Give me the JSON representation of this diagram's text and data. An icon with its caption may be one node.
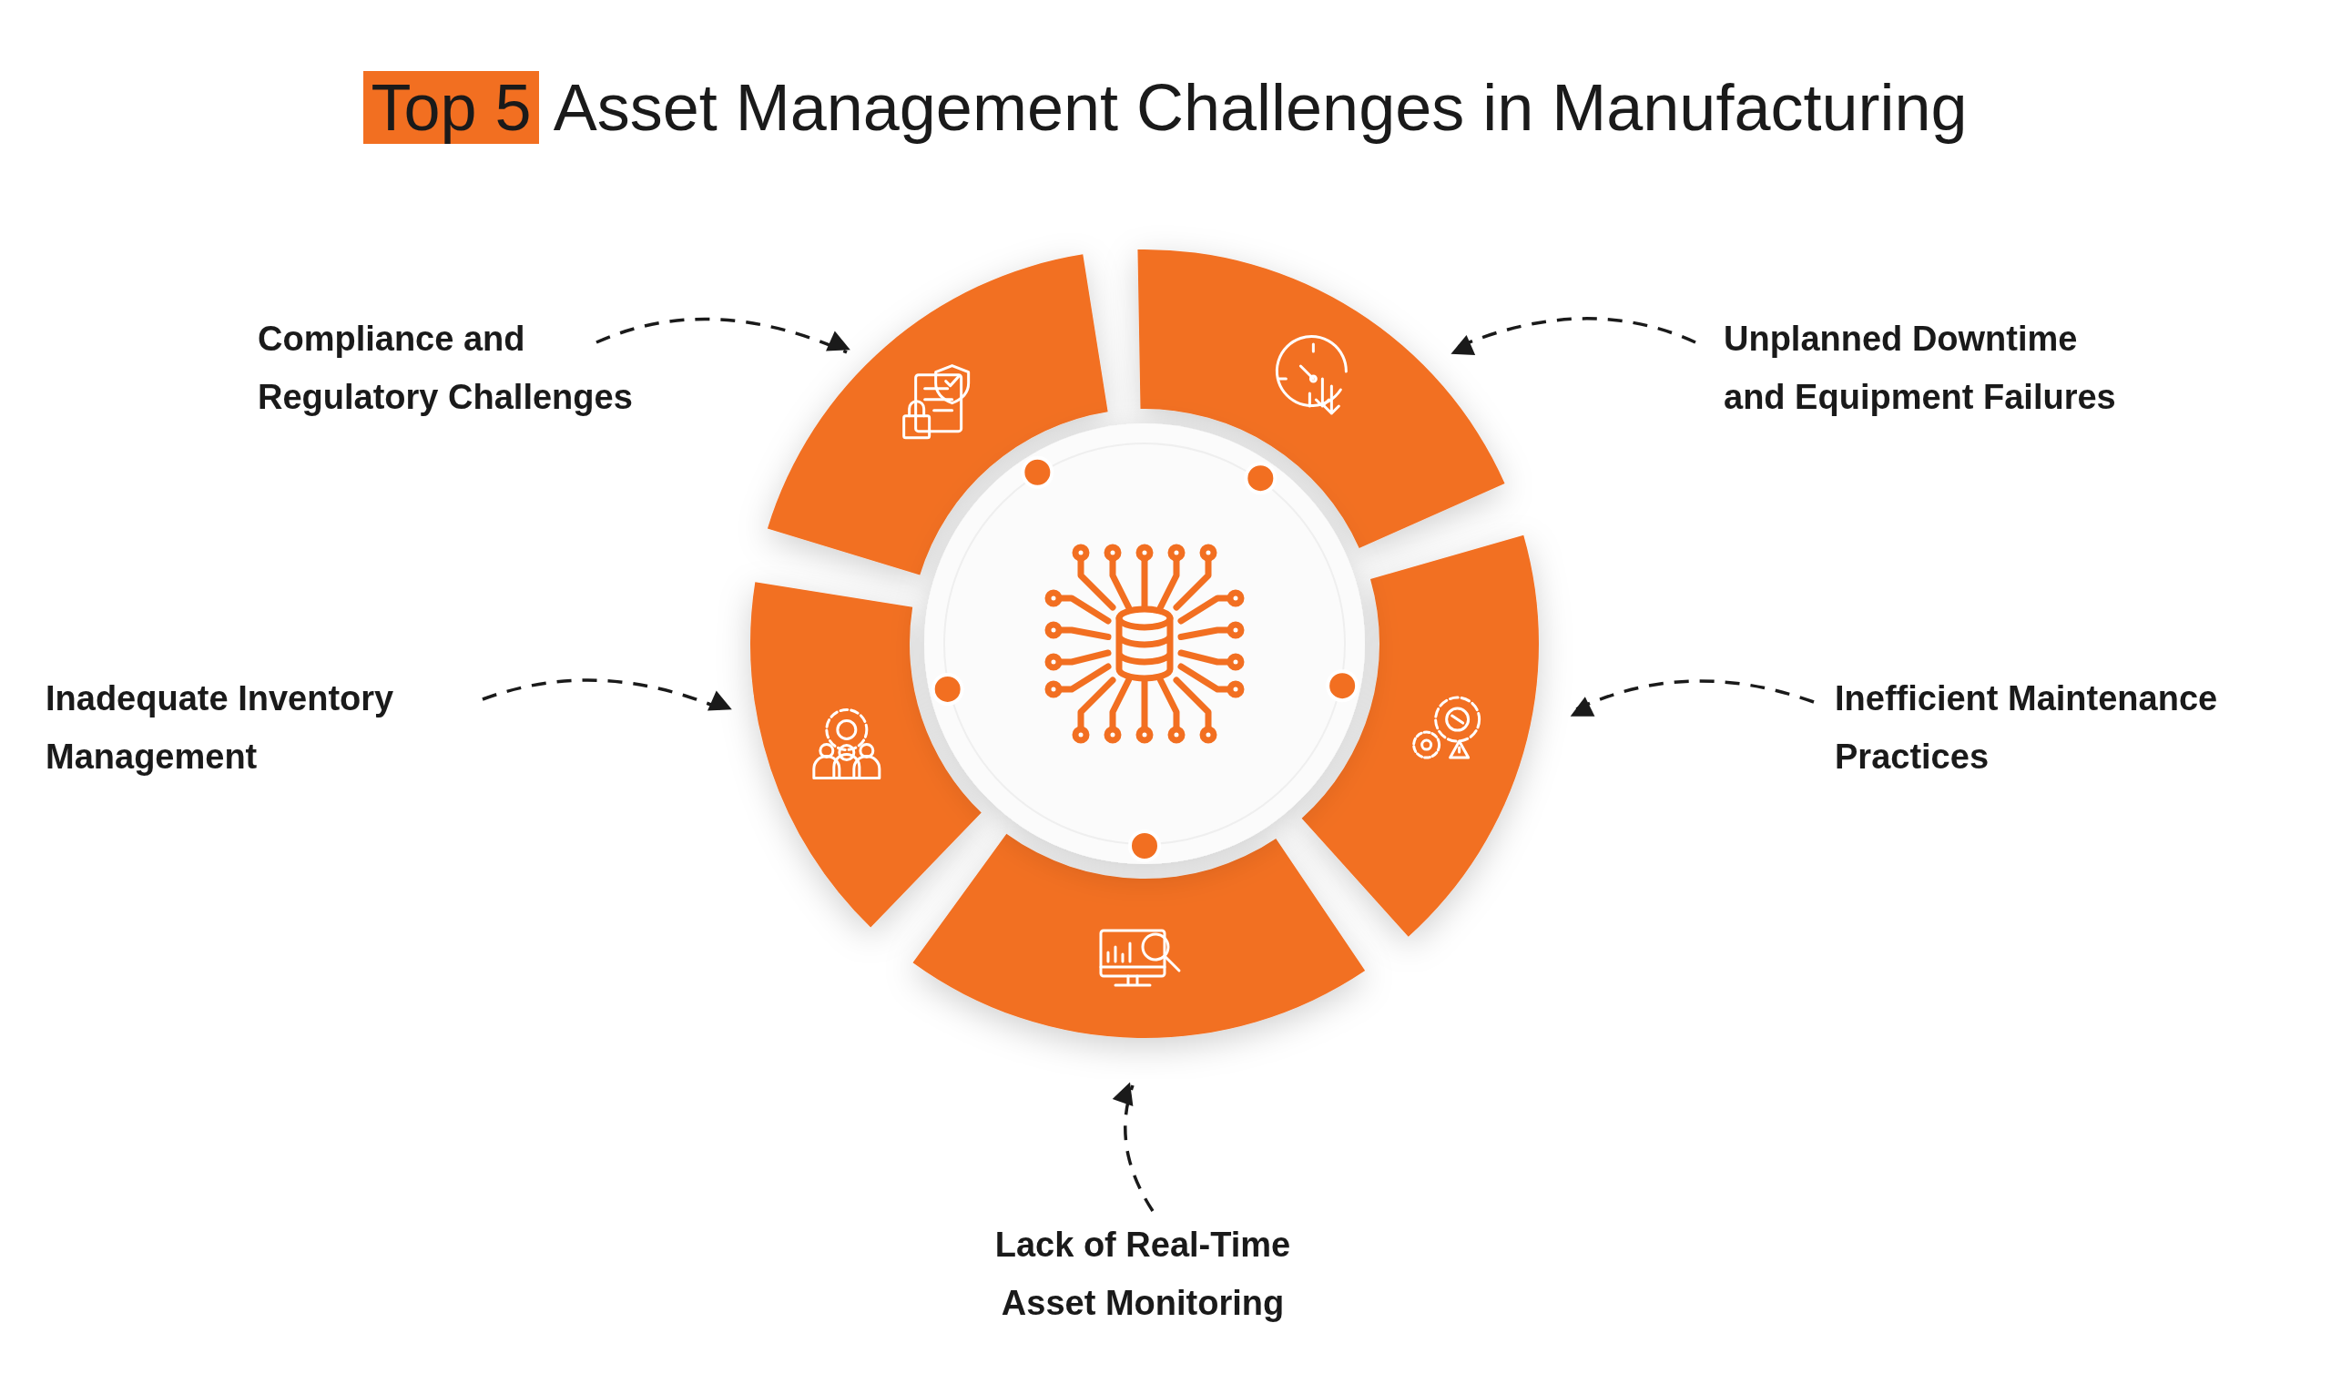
{
  "diagram": {
    "title": "**Top 5** Asset Management Challenges in Manufacturing",
    "nodes": [
      {
        "text": [
          "Compliance and Regulatory Challenges"
        ]
      },
      {
        "text": [
          "Unplanned Downtime and Equipment Failures"
        ]
      },
      {
        "text": [
          "Inadequate Inventory Management"
        ]
      },
      {
        "text": [
          "Inefficient Maintenance Practices"
        ]
      },
      {
        "text": [
          "Lack of Real-Time Asset Monitoring"
        ]
      },
      {
        "text": [],
        "shape": "segment"
      },
      {
        "text": [],
        "shape": "segment"
      },
      {
        "text": [],
        "shape": "segment"
      },
      {
        "text": [],
        "shape": "segment"
      },
      {
        "text": [],
        "shape": "segment"
      }
    ],
    "edges": [
      {
        "from": 0,
        "to": 5,
        "arrow": "to",
        "style": "dashed"
      },
      {
        "from": 1,
        "to": 6,
        "arrow": "to",
        "style": "dashed"
      },
      {
        "from": 2,
        "to": 7,
        "arrow": "to",
        "style": "dashed"
      },
      {
        "from": 3,
        "to": 8,
        "arrow": "to",
        "style": "dashed"
      },
      {
        "from": 4,
        "to": 9,
        "arrow": "to",
        "style": "dashed"
      }
    ]
  }
}
